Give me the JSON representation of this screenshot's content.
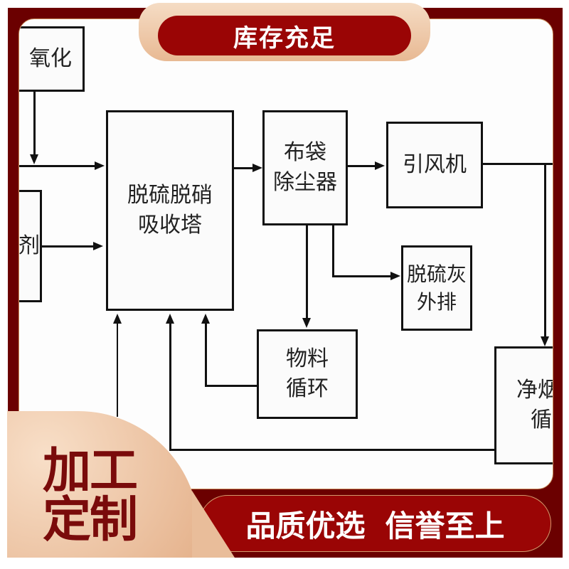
{
  "banner_top": "库存充足",
  "diagram": {
    "oxidation_box": "氧化",
    "agent_box": "剂",
    "absorber": [
      "脱硫脱硝",
      "吸收塔"
    ],
    "bag_filter": [
      "布袋",
      "除尘器"
    ],
    "fan": "引风机",
    "ash_discharge": [
      "脱硫灰",
      "外排"
    ],
    "material_cycle": [
      "物料",
      "循环"
    ],
    "clean_gas_cycle": [
      "净烟",
      "循"
    ]
  },
  "badge_custom": [
    "加工",
    "定制"
  ],
  "banner_bottom": [
    "品质优选",
    "信誉至上"
  ],
  "colors": {
    "primary": "#9a0505",
    "frame": "#6b0000",
    "accent": "#e8b993"
  }
}
